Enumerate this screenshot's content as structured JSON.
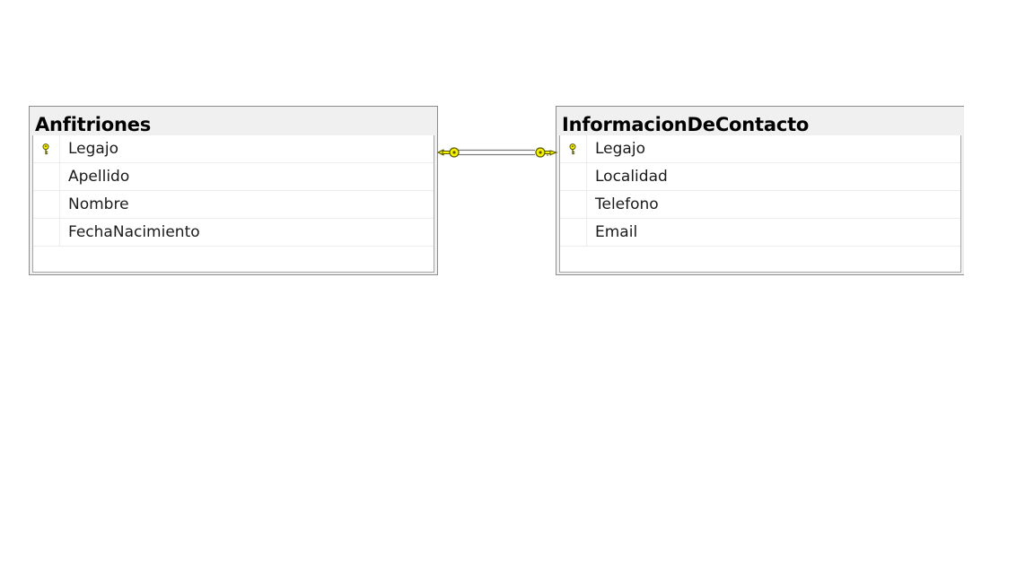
{
  "tables": [
    {
      "name": "Anfitriones",
      "columns": [
        {
          "name": "Legajo",
          "primary_key": true
        },
        {
          "name": "Apellido",
          "primary_key": false
        },
        {
          "name": "Nombre",
          "primary_key": false
        },
        {
          "name": "FechaNacimiento",
          "primary_key": false
        }
      ]
    },
    {
      "name": "InformacionDeContacto",
      "columns": [
        {
          "name": "Legajo",
          "primary_key": true
        },
        {
          "name": "Localidad",
          "primary_key": false
        },
        {
          "name": "Telefono",
          "primary_key": false
        },
        {
          "name": "Email",
          "primary_key": false
        }
      ]
    }
  ],
  "relationship": {
    "from": "Anfitriones",
    "to": "InformacionDeContacto",
    "type": "one-to-one",
    "from_end": "key-icon",
    "to_end": "key-icon"
  },
  "colors": {
    "key_fill": "#f7f300",
    "key_stroke": "#5a5a00",
    "header_bg": "#f0f0f0",
    "border": "#8c8c8c"
  }
}
